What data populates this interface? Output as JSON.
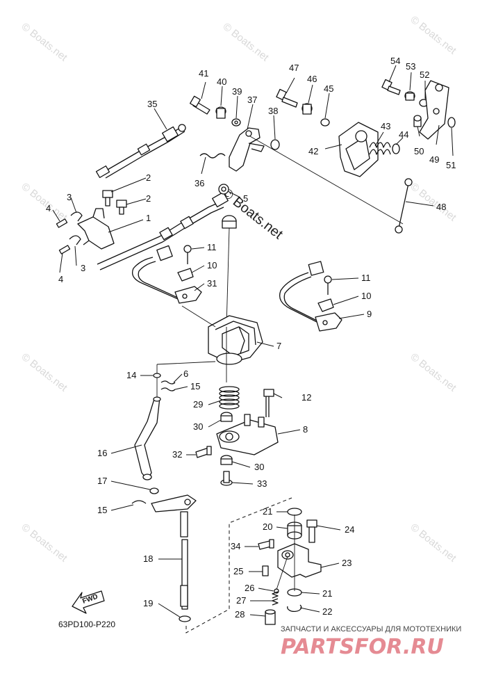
{
  "diagram_code": "63PD100-P220",
  "watermark_text": "© Boats.net",
  "direction_label": "FWD",
  "dealer": {
    "tagline": "ЗАПЧАСТИ И АКСЕССУАРЫ ДЛЯ МОТОТЕХНИКИ",
    "logo": "PARTSFOR.RU"
  },
  "callouts": {
    "c1": "1",
    "c2a": "2",
    "c2b": "2",
    "c3a": "3",
    "c3b": "3",
    "c4a": "4",
    "c4b": "4",
    "c5": "5",
    "c6": "6",
    "c7": "7",
    "c8": "8",
    "c9": "9",
    "c10a": "10",
    "c10b": "10",
    "c11a": "11",
    "c11b": "11",
    "c12": "12",
    "c14": "14",
    "c15a": "15",
    "c15b": "15",
    "c16": "16",
    "c17": "17",
    "c18": "18",
    "c19": "19",
    "c20": "20",
    "c21a": "21",
    "c21b": "21",
    "c22": "22",
    "c23": "23",
    "c24": "24",
    "c25": "25",
    "c26": "26",
    "c27": "27",
    "c28": "28",
    "c29": "29",
    "c30a": "30",
    "c30b": "30",
    "c31": "31",
    "c32": "32",
    "c33": "33",
    "c34": "34",
    "c35": "35",
    "c36": "36",
    "c37": "37",
    "c38": "38",
    "c39": "39",
    "c40": "40",
    "c41": "41",
    "c42": "42",
    "c43": "43",
    "c44": "44",
    "c45": "45",
    "c46": "46",
    "c47": "47",
    "c48": "48",
    "c49": "49",
    "c50": "50",
    "c51": "51",
    "c52": "52",
    "c53": "53",
    "c54": "54"
  },
  "colors": {
    "line": "#111111",
    "watermark": "#d9d9d9",
    "dealer_logo": "#e58b93"
  }
}
